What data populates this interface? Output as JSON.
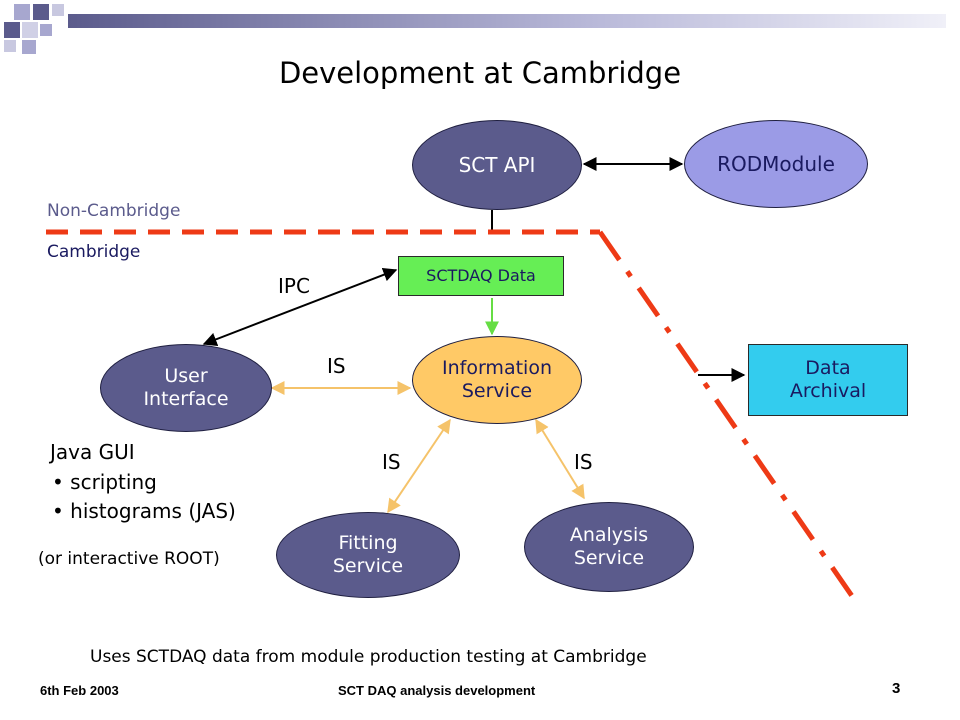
{
  "title": "Development at Cambridge",
  "regions": {
    "non_cambridge": "Non-Cambridge",
    "cambridge": "Cambridge"
  },
  "nodes": {
    "sct_api": "SCT API",
    "rodmodule": "RODModule",
    "sctdaq_data": "SCTDAQ Data",
    "user_interface": "User\nInterface",
    "information_service": "Information\nService",
    "fitting_service": "Fitting\nService",
    "analysis_service": "Analysis\nService",
    "data_archival": "Data\nArchival"
  },
  "edge_labels": {
    "ipc": "IPC",
    "is_ui": "IS",
    "is_fit": "IS",
    "is_analysis": "IS"
  },
  "notes": {
    "java_gui": "Java GUI",
    "bullets": [
      "scripting",
      "histograms (JAS)"
    ],
    "interactive_root": "(or interactive ROOT)",
    "uses": "Uses SCTDAQ data from module production testing at Cambridge"
  },
  "footer": {
    "date": "6th Feb 2003",
    "center": "SCT DAQ analysis development",
    "page": "3"
  },
  "colors": {
    "dark_node": "#5b5b8c",
    "light_node": "#9b9be6",
    "info_node": "#ffc966",
    "sctdaq_box": "#66ee55",
    "archival_box": "#33ccee",
    "boundary": "#ee3a16",
    "is_arrow": "#f5c36a",
    "green_arrow": "#66dd44"
  }
}
